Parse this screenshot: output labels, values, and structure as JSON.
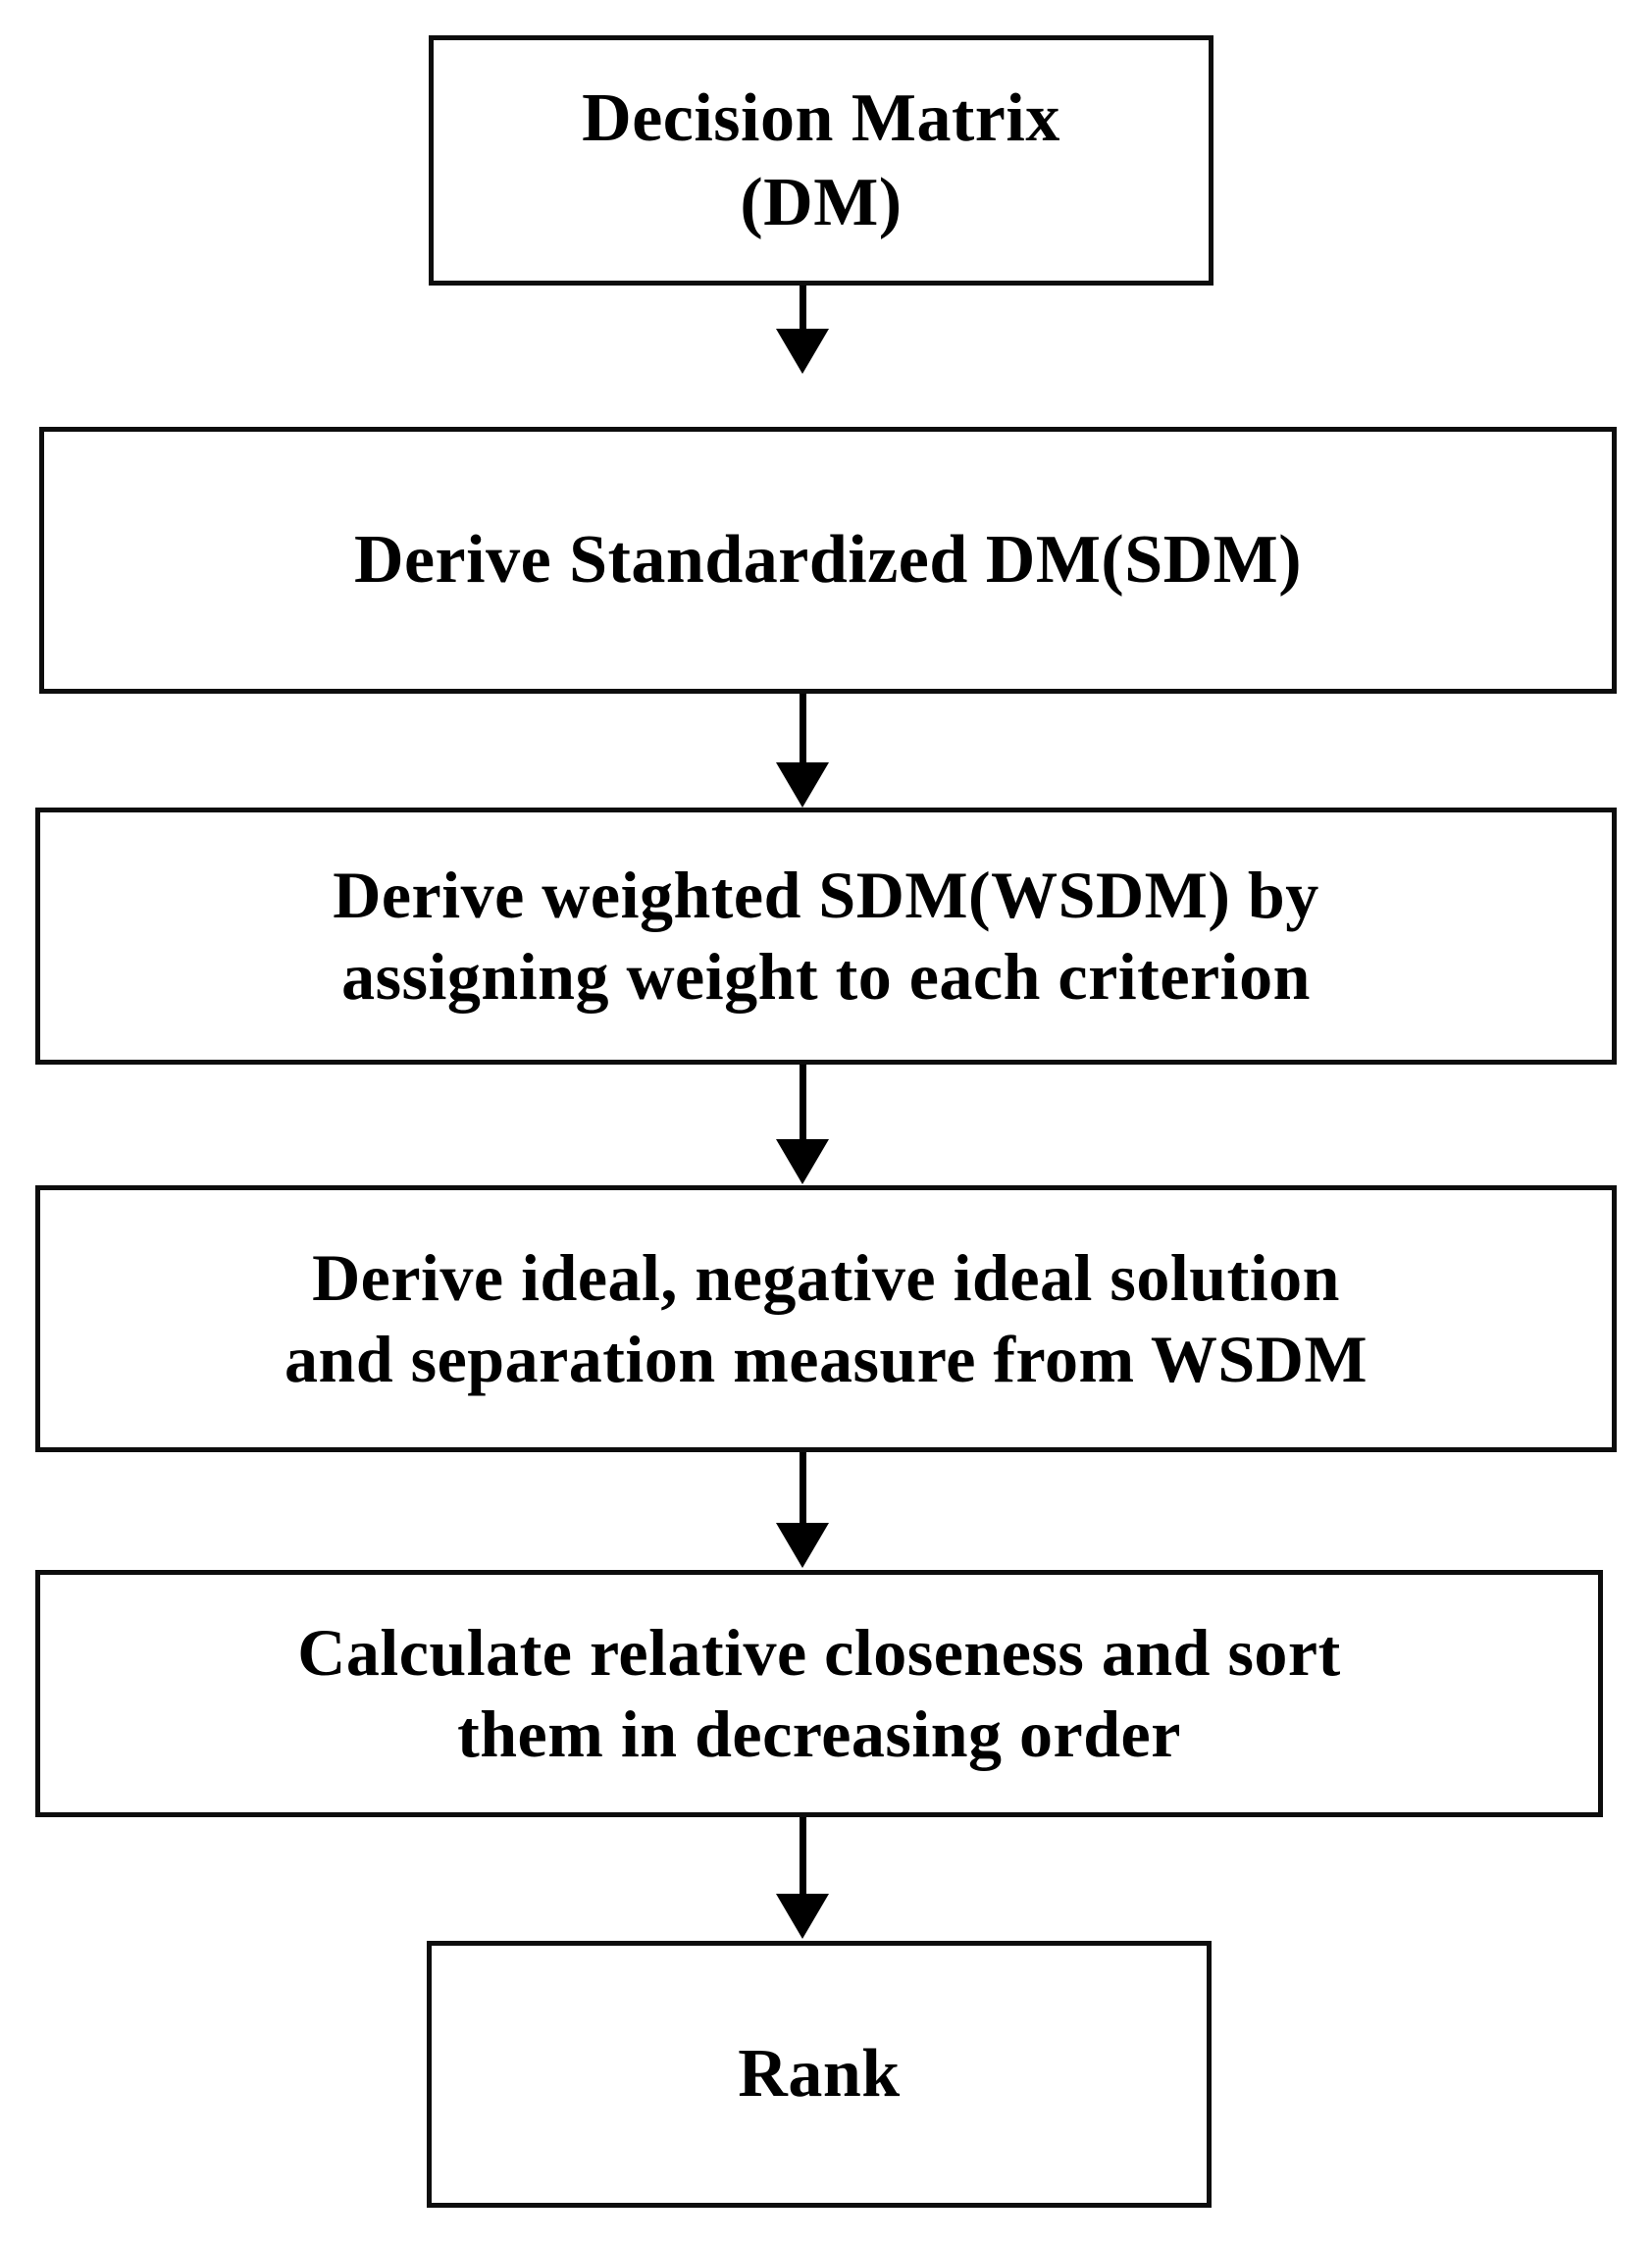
{
  "diagram": {
    "title": "TOPSIS methodology flowchart",
    "orientation": "top-to-bottom",
    "background_color": "#ffffff",
    "stroke_color": "#0d0d0d",
    "text_color": "#000000",
    "nodes": [
      {
        "id": "dm",
        "label": "Decision Matrix\n(DM)",
        "shape": "rectangle"
      },
      {
        "id": "sdm",
        "label": "Derive Standardized DM(SDM)",
        "shape": "rectangle"
      },
      {
        "id": "wsdm",
        "label": "Derive weighted SDM(WSDM) by\nassigning weight to each criterion",
        "shape": "rectangle"
      },
      {
        "id": "ideal",
        "label": "Derive ideal, negative ideal solution\nand separation measure from WSDM",
        "shape": "rectangle"
      },
      {
        "id": "closeness",
        "label": "Calculate relative closeness and sort\nthem in decreasing order",
        "shape": "rectangle"
      },
      {
        "id": "rank",
        "label": "Rank",
        "shape": "rectangle"
      }
    ],
    "edges": [
      {
        "id": "e1",
        "from": "dm",
        "to": "sdm",
        "style": "solid-arrow-down",
        "label": ""
      },
      {
        "id": "e2",
        "from": "sdm",
        "to": "wsdm",
        "style": "solid-arrow-down",
        "label": ""
      },
      {
        "id": "e3",
        "from": "wsdm",
        "to": "ideal",
        "style": "solid-arrow-down",
        "label": ""
      },
      {
        "id": "e4",
        "from": "ideal",
        "to": "closeness",
        "style": "solid-arrow-down",
        "label": ""
      },
      {
        "id": "e5",
        "from": "closeness",
        "to": "rank",
        "style": "solid-arrow-down",
        "label": ""
      }
    ]
  }
}
